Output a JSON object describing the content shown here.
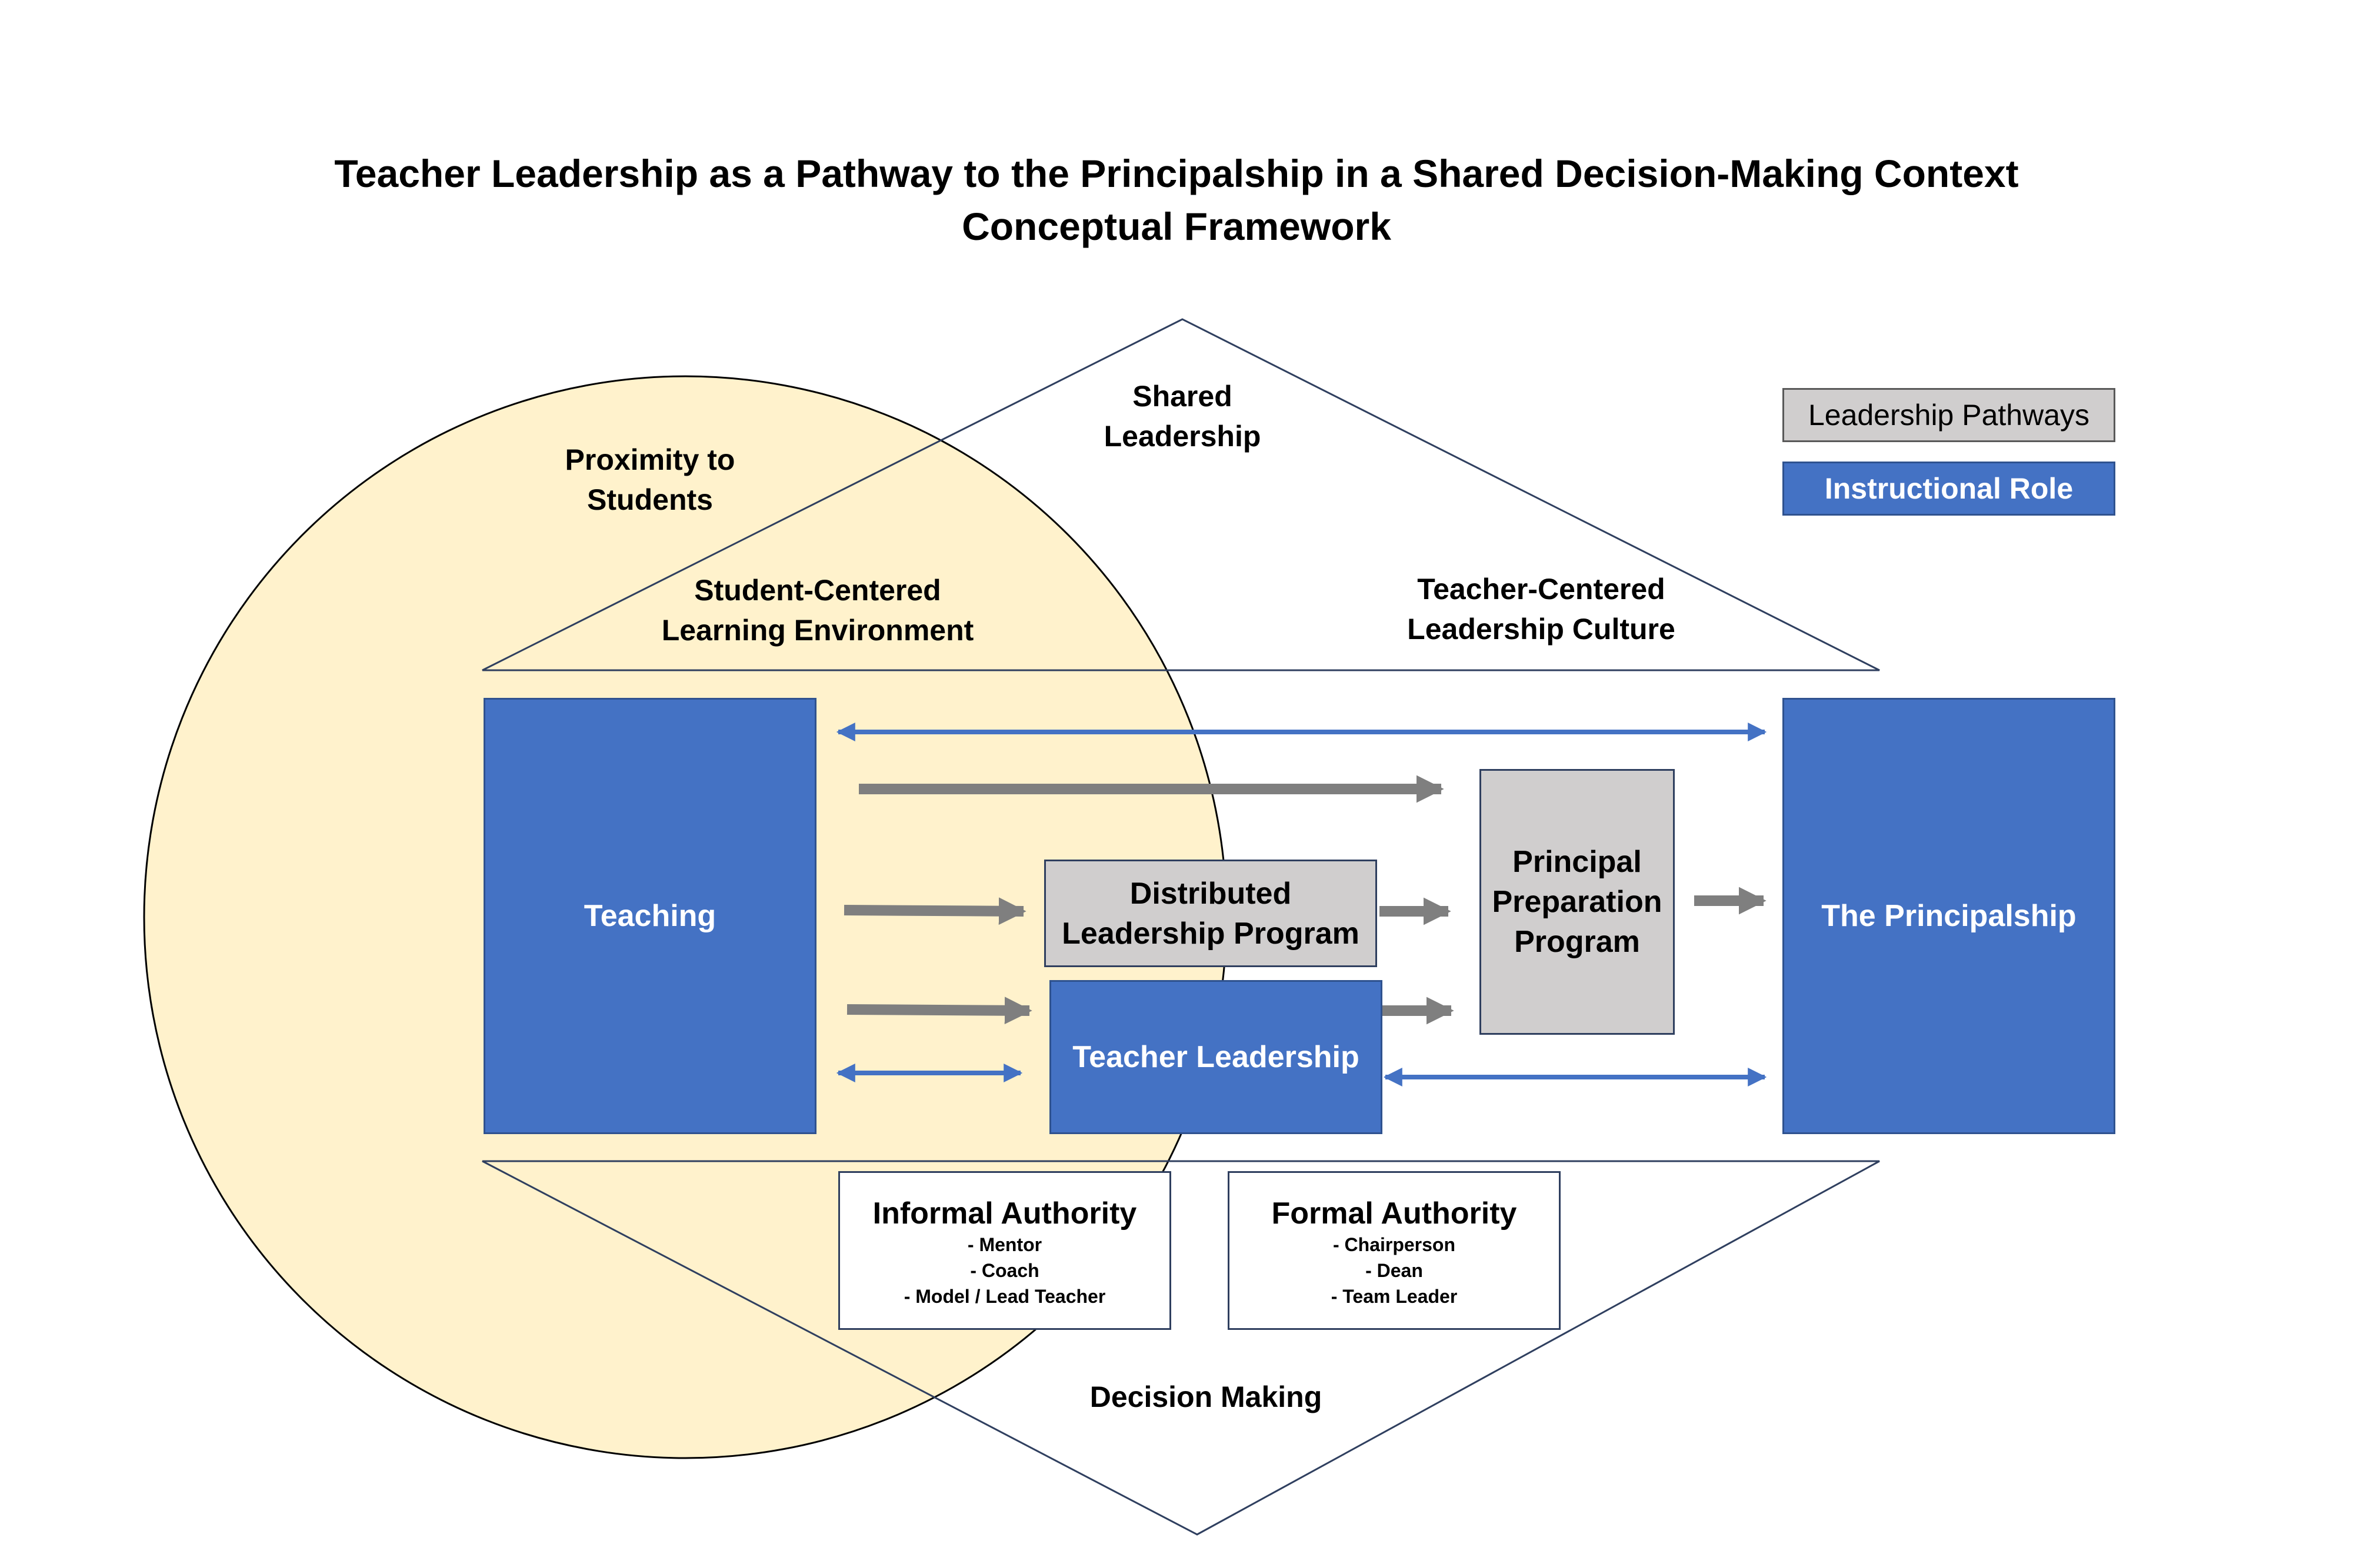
{
  "title": {
    "line1": "Teacher Leadership as a Pathway to the Principalship in a Shared Decision-Making Context",
    "line2": "Conceptual Framework"
  },
  "labels": {
    "shared_leadership": [
      "Shared",
      "Leadership"
    ],
    "proximity": [
      "Proximity to",
      "Students"
    ],
    "student_centered": [
      "Student-Centered",
      "Learning Environment"
    ],
    "teacher_centered": [
      "Teacher-Centered",
      "Leadership Culture"
    ],
    "decision_making": "Decision Making"
  },
  "boxes": {
    "teaching": "Teaching",
    "principalship": "The Principalship",
    "distributed": [
      "Distributed",
      "Leadership Program"
    ],
    "teacher_leadership": "Teacher Leadership",
    "principal_prep": [
      "Principal",
      "Preparation",
      "Program"
    ],
    "informal": {
      "heading": "Informal Authority",
      "items": [
        "- Mentor",
        "- Coach",
        "- Model / Lead Teacher"
      ]
    },
    "formal": {
      "heading": "Formal Authority",
      "items": [
        "- Chairperson",
        "- Dean",
        "- Team Leader"
      ]
    }
  },
  "legend": {
    "pathways": "Leadership Pathways",
    "instructional": "Instructional Role"
  },
  "colors": {
    "instructional_blue": "#4472C4",
    "pathway_grey": "#D0CECE",
    "proximity_fill": "#FFF2CC",
    "arrow_grey": "#7F7F7F"
  }
}
